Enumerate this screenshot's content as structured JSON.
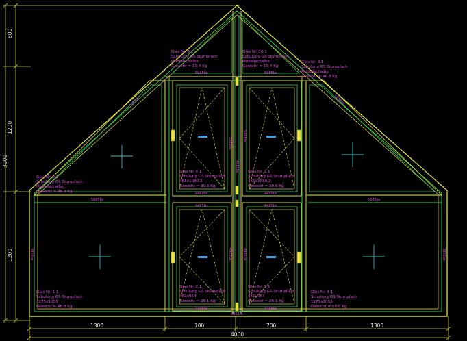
{
  "drawing": {
    "vertical_dims": [
      "800",
      "1200",
      "1200",
      "3000"
    ],
    "horizontal_dims": [
      "1300",
      "700",
      "700",
      "1300"
    ],
    "total_width": "4000",
    "bar_labels": {
      "lower_left_horizontal": "5085bs",
      "lower_right_horizontal": "5085bs",
      "sash_tl_top": "5985bs",
      "sash_tr_top": "5985bs",
      "sash_tl_bottom": "4465bs",
      "sash_tr_bottom": "4465bs",
      "sash_bl_top": "4465bs",
      "sash_br_top": "4465bs",
      "sash_bl_bottom": "4405bs",
      "sash_br_bottom": "4405bs",
      "left_diagonal": "5685bs",
      "right_diagonal": "5685bs",
      "left_vertical": "3850bs",
      "right_vertical": "3850bs",
      "center_vertical": "5985bs",
      "center_mid": "4985bs",
      "bottom_center": "8852.5"
    },
    "glasses": [
      {
        "lines": [
          "Glas Nr. 6.1",
          "Schulung GS Stumpfach",
          "Modellschalbe",
          "Gewicht = 10.4 Kg"
        ]
      },
      {
        "lines": [
          "Glas Nr. 10.1",
          "Schulung GS Stumpfach",
          "Modellschalbe",
          "Gewicht = 10.4 Kg"
        ]
      },
      {
        "lines": [
          "Glas Nr. 8.1",
          "Schulung GS Stumpfach",
          "Modellschalbe",
          "Gewicht = 46.3 Kg"
        ]
      },
      {
        "lines": [
          "Glas Nr. 5.1",
          "Schulung GS Stumpfach",
          "Modellschalbe",
          "Gewicht = 46.3 Kg"
        ]
      },
      {
        "lines": [
          "Glas Nr. 4.1",
          "Schulung GS Stumpfach",
          "461x1080.2",
          "Gewicht = 30.6 Kg"
        ]
      },
      {
        "lines": [
          "Glas Nr. 7.1",
          "Schulung GS Stumpfach",
          "461x1080.2",
          "Gewicht = 30.6 Kg"
        ]
      },
      {
        "lines": [
          "Glas Nr. 1.1",
          "Schulung GS Stumpfach",
          "1275x1055",
          "Gewicht = 46.8 Kg"
        ]
      },
      {
        "lines": [
          "Glas Nr. 2.1",
          "Schulung GS Stumpfach",
          "461x954",
          "Gewicht = 26.1 Kg"
        ]
      },
      {
        "lines": [
          "Glas Nr. 3.1",
          "Schulung GS Stumpfach",
          "461x954",
          "Gewicht = 26.1 Kg"
        ]
      },
      {
        "lines": [
          "Glas Nr. 4.1",
          "Schulung GS Stumpfach",
          "1275x1055",
          "Gewicht = 60.8 Kg"
        ]
      }
    ]
  },
  "colors": {
    "frame": "#e8f04a",
    "frame_inner": "#3ad04a",
    "glass_text": "#e04ce0",
    "dimension": "#e8e8e8",
    "dimension_line": "#c8d040",
    "cross": "#30c0c8",
    "handle": "#3aa0e8",
    "background": "#000000"
  }
}
